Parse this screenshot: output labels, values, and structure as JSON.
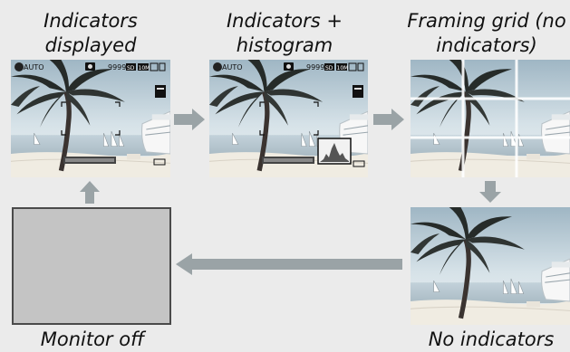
{
  "captions": {
    "p1": [
      "Indicators",
      "displayed"
    ],
    "p2": [
      "Indicators +",
      "histogram"
    ],
    "p3": [
      "Framing grid (no",
      "indicators)"
    ],
    "p4": "No indicators",
    "p5": "Monitor off"
  },
  "osd": {
    "flash_mode": "AUTO",
    "remaining_shots": "9999",
    "media_icon": "SD",
    "image_size": "10M"
  },
  "colors": {
    "arrow": "#9aa3a6",
    "monitor_off": "#c4c4c4",
    "sky": "#c9d9e2",
    "sea": "#b8c8d2",
    "sand": "#f1ede4",
    "foliage": "#2a2f2d",
    "ship": "#f7f7f7"
  },
  "icons": [
    "camera-mode-icon",
    "sd-card-icon",
    "histogram-icon",
    "focus-frame-icon",
    "exposure-meter-icon"
  ]
}
